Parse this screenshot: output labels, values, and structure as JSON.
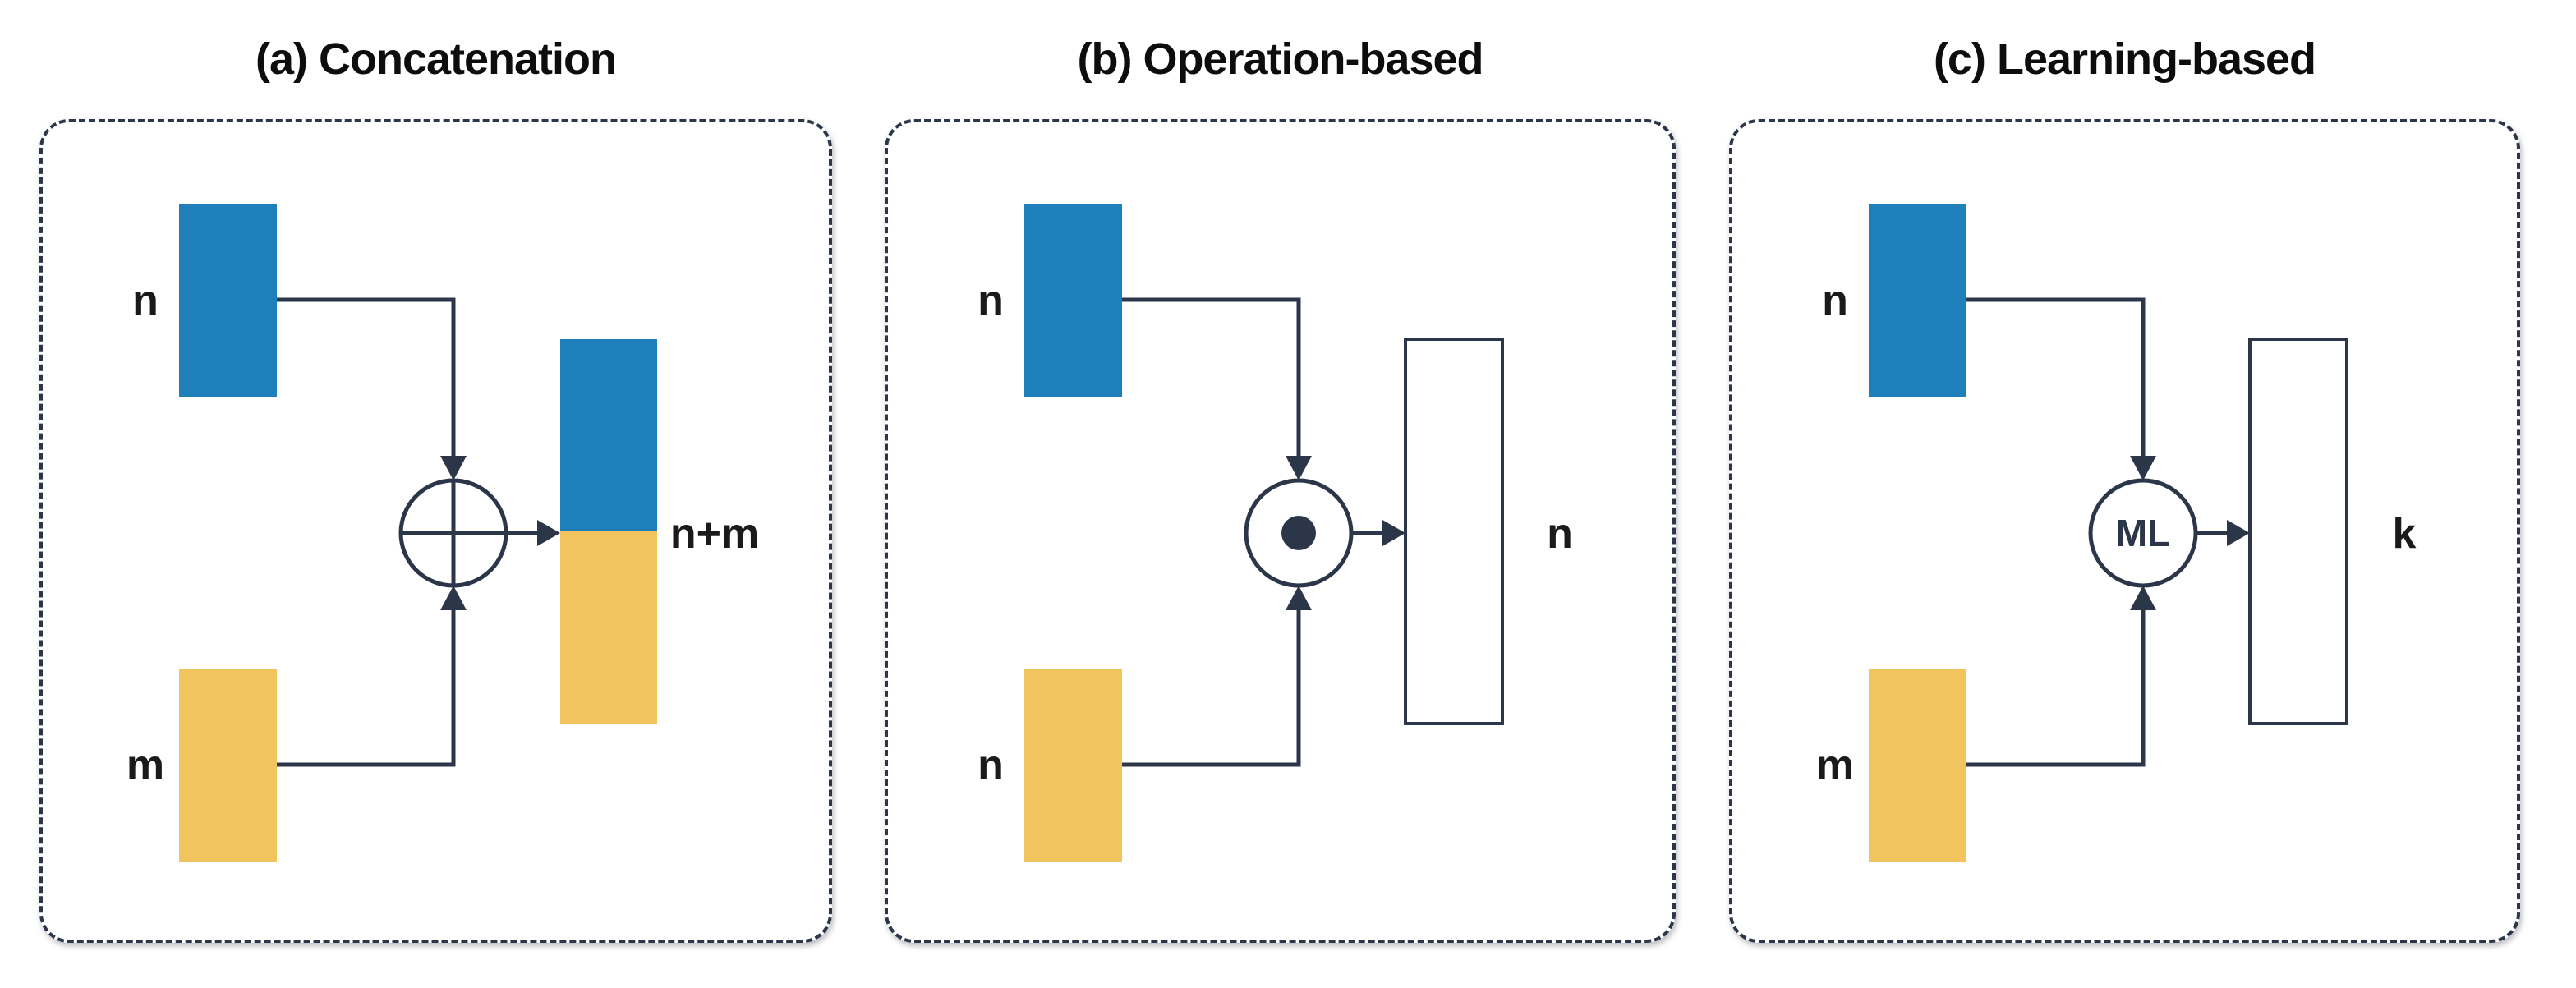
{
  "colors": {
    "blue": "#1e7fba",
    "yellow": "#f2c45e",
    "ink": "#2b3648",
    "title_text": "#0d0d0d",
    "label_text": "#1a1a1a",
    "panel_bg": "#ffffff",
    "page_bg": "#ffffff"
  },
  "panels": [
    {
      "id": "a",
      "title": "(a) Concatenation",
      "input_top_label": "n",
      "input_bottom_label": "m",
      "operator_icon": "circled-plus",
      "operator_label": "",
      "output_label": "n+m",
      "output_style": "stacked-blue-yellow"
    },
    {
      "id": "b",
      "title": "(b) Operation-based",
      "input_top_label": "n",
      "input_bottom_label": "n",
      "operator_icon": "circled-dot",
      "operator_label": "",
      "output_label": "n",
      "output_style": "outline"
    },
    {
      "id": "c",
      "title": "(c) Learning-based",
      "input_top_label": "n",
      "input_bottom_label": "m",
      "operator_icon": "circled-ml",
      "operator_label": "ML",
      "output_label": "k",
      "output_style": "outline"
    }
  ]
}
